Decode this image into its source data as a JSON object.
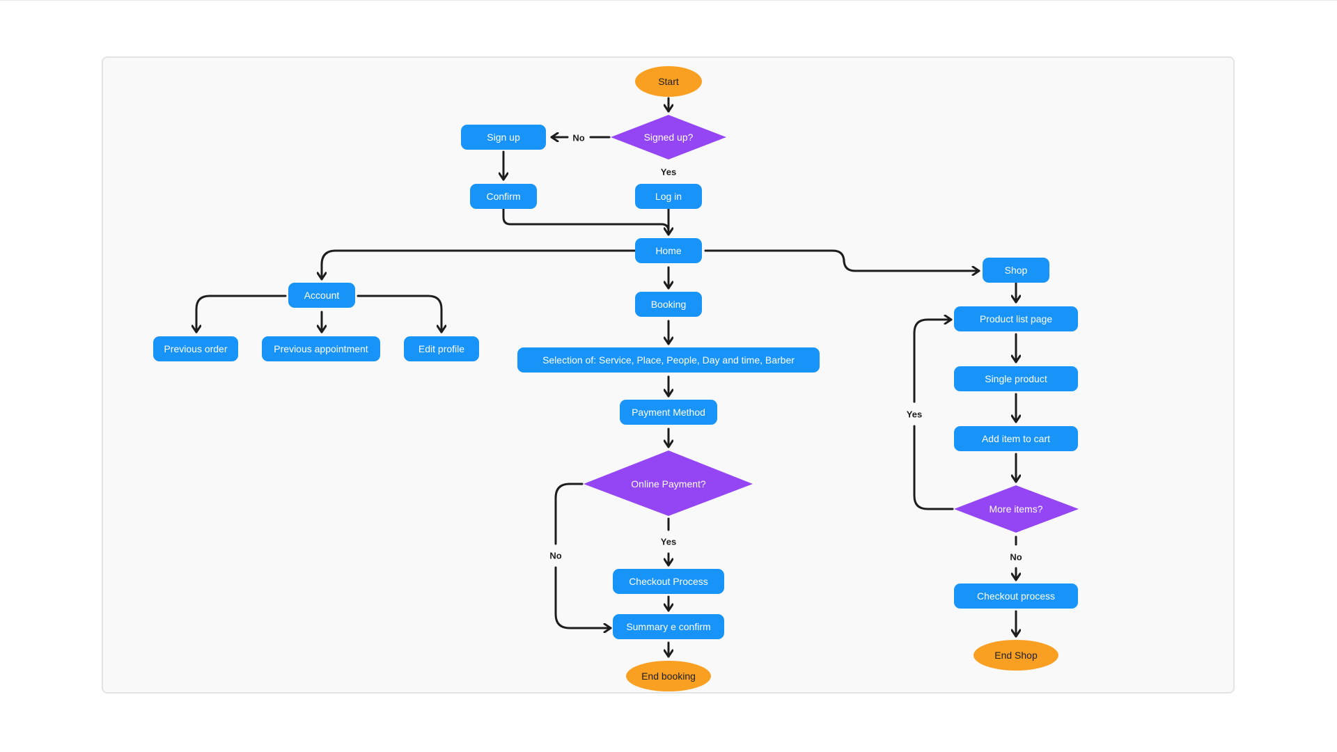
{
  "colors": {
    "process": "#1894f8",
    "decision": "#9446f5",
    "terminal": "#f9a023",
    "line": "#1d1d1d",
    "text_light": "#ffffff",
    "text_dark": "#1d1d1d"
  },
  "nodes": {
    "start": "Start",
    "signed_up": "Signed up?",
    "sign_up": "Sign up",
    "confirm": "Confirm",
    "log_in": "Log in",
    "home": "Home",
    "account": "Account",
    "previous_order": "Previous order",
    "previous_appointment": "Previous appointment",
    "edit_profile": "Edit profile",
    "booking": "Booking",
    "selection": "Selection of: Service, Place, People, Day and time, Barber",
    "payment_method": "Payment Method",
    "online_payment": "Online Payment?",
    "checkout_process_booking": "Checkout Process",
    "summary_confirm": "Summary e confirm",
    "end_booking": "End booking",
    "shop": "Shop",
    "product_list": "Product list page",
    "single_product": "Single product",
    "add_to_cart": "Add item to cart",
    "more_items": "More items?",
    "checkout_process_shop": "Checkout process",
    "end_shop": "End Shop"
  },
  "edge_labels": {
    "signed_no": "No",
    "signed_yes": "Yes",
    "online_yes": "Yes",
    "online_no": "No",
    "more_yes": "Yes",
    "more_no": "No"
  }
}
